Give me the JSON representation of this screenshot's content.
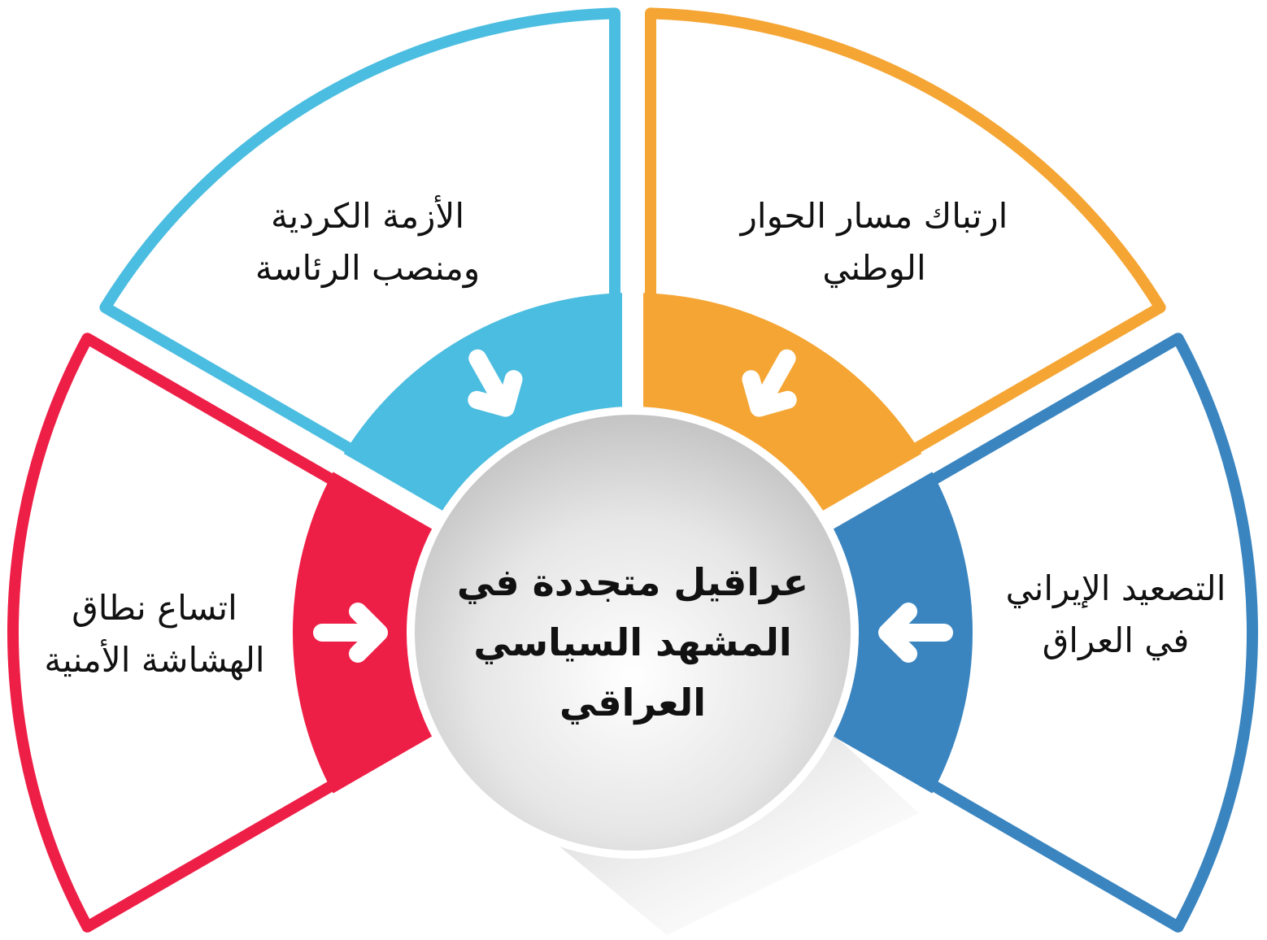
{
  "center": {
    "line1": "عراقيل متجددة في",
    "line2": "المشهد السياسي",
    "line3": "العراقي"
  },
  "segments": [
    {
      "id": "kurdish",
      "line1": "الأزمة الكردية",
      "line2": "ومنصب الرئاسة",
      "color": "#4bbde0",
      "icon": "arrow-icon"
    },
    {
      "id": "dialogue",
      "line1": "ارتباك مسار الحوار",
      "line2": "الوطني",
      "color": "#f5a533",
      "icon": "arrow-icon"
    },
    {
      "id": "security",
      "line1": "اتساع نطاق",
      "line2": "الهشاشة الأمنية",
      "color": "#ee1f47",
      "icon": "arrow-icon"
    },
    {
      "id": "iran",
      "line1": "التصعيد الإيراني",
      "line2": "في العراق",
      "color": "#3a85c0",
      "icon": "arrow-icon"
    }
  ]
}
